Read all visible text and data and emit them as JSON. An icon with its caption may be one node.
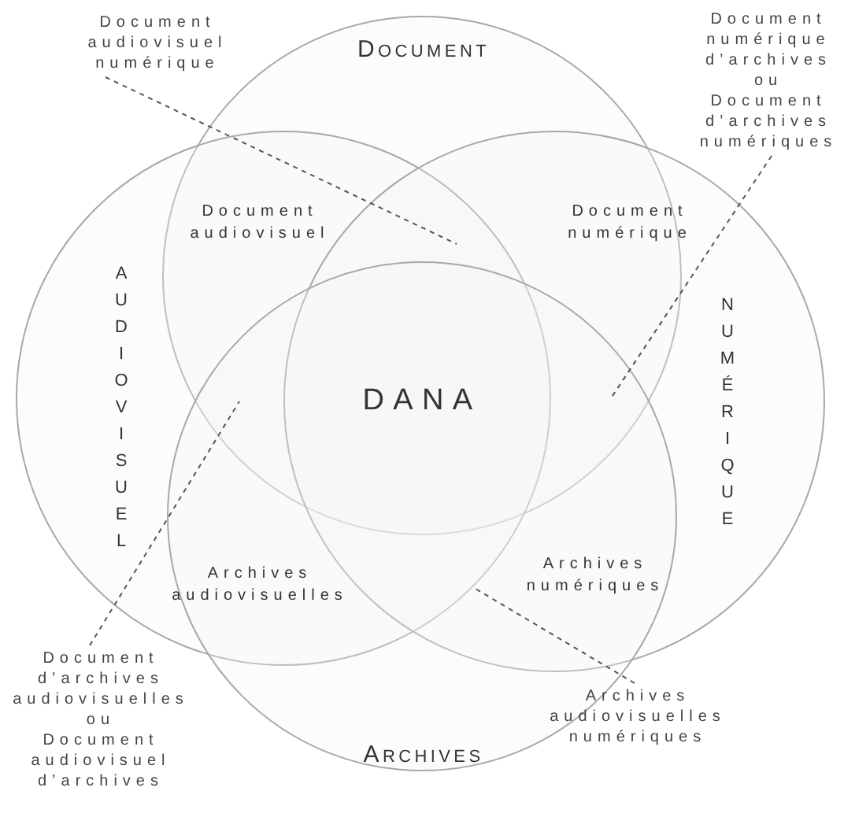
{
  "diagram": {
    "nodes": [
      {
        "text": [
          "DOCUMENT"
        ]
      },
      {
        "text": [
          "AUDIOVISUEL"
        ]
      },
      {
        "text": [
          "NUMÉRIQUE"
        ]
      },
      {
        "text": [
          "ARCHIVES"
        ]
      },
      {
        "text": [
          "Document audiovisuel numérique"
        ]
      },
      {
        "text": [
          "Document numérique d’archives ou Document d’archives numériques"
        ]
      },
      {
        "text": [
          "Document d’archives audiovisuelles ou Document audiovisuel d’archives"
        ]
      },
      {
        "text": [
          "Archives audiovisuelles numériques"
        ]
      }
    ],
    "edges": [
      {
        "from": 4,
        "to": 0,
        "arrow": "none",
        "style": "dashed"
      },
      {
        "from": 5,
        "to": 3,
        "arrow": "none",
        "style": "dashed"
      },
      {
        "from": 6,
        "to": 3,
        "arrow": "none",
        "style": "dashed"
      },
      {
        "from": 7,
        "to": 3,
        "arrow": "none",
        "style": "dashed"
      }
    ],
    "labels": [
      "Document audiovisuel",
      "Document numérique",
      "DANA",
      "Archives audiovisuelles",
      "Archives numériques"
    ]
  }
}
